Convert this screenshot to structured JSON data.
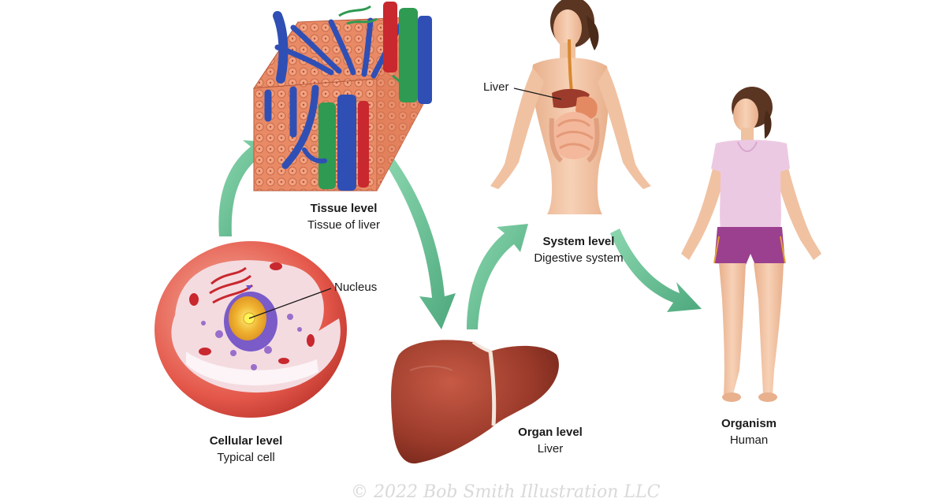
{
  "levels": {
    "tissue": {
      "level": "Tissue level",
      "sub": "Tissue of liver"
    },
    "cellular": {
      "level": "Cellular level",
      "sub": "Typical cell"
    },
    "organ": {
      "level": "Organ level",
      "sub": "Liver"
    },
    "system": {
      "level": "System level",
      "sub": "Digestive system"
    },
    "organism": {
      "level": "Organism",
      "sub": "Human"
    }
  },
  "callouts": {
    "nucleus": "Nucleus",
    "liver": "Liver"
  },
  "watermark": "© 2022 Bob Smith Illustration LLC",
  "colors": {
    "arrow": "#5bbf8c",
    "liver": "#9c3b2b",
    "cell": "#e4574a",
    "vein": "#2f4fb5",
    "artery": "#c8282e",
    "bile": "#2e9a52",
    "skin": "#f4c8a8",
    "shirt": "#ecc9e3",
    "shorts": "#9b3f8f"
  }
}
